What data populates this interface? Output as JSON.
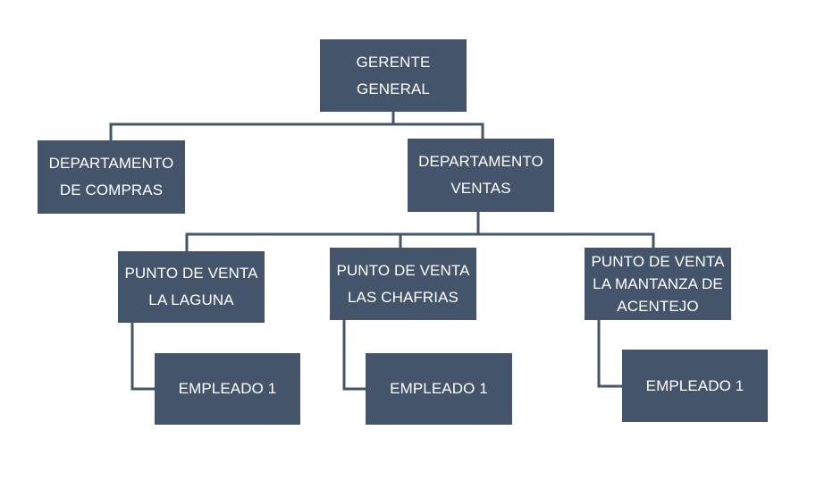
{
  "org_chart": {
    "root": {
      "label": "GERENTE\nGENERAL"
    },
    "departments": [
      {
        "label": "DEPARTAMENTO\nDE COMPRAS"
      },
      {
        "label": "DEPARTAMENTO\nVENTAS"
      }
    ],
    "points_of_sale": [
      {
        "label": "PUNTO DE VENTA\nLA LAGUNA",
        "employee": "EMPLEADO 1"
      },
      {
        "label": "PUNTO DE VENTA\nLAS CHAFRIAS",
        "employee": "EMPLEADO 1"
      },
      {
        "label": "PUNTO DE VENTA\nLA MANTANZA DE\nACENTEJO",
        "employee": "EMPLEADO 1"
      }
    ]
  },
  "colors": {
    "node_fill": "#44546a",
    "node_text": "#ffffff",
    "connector": "#44546a"
  }
}
